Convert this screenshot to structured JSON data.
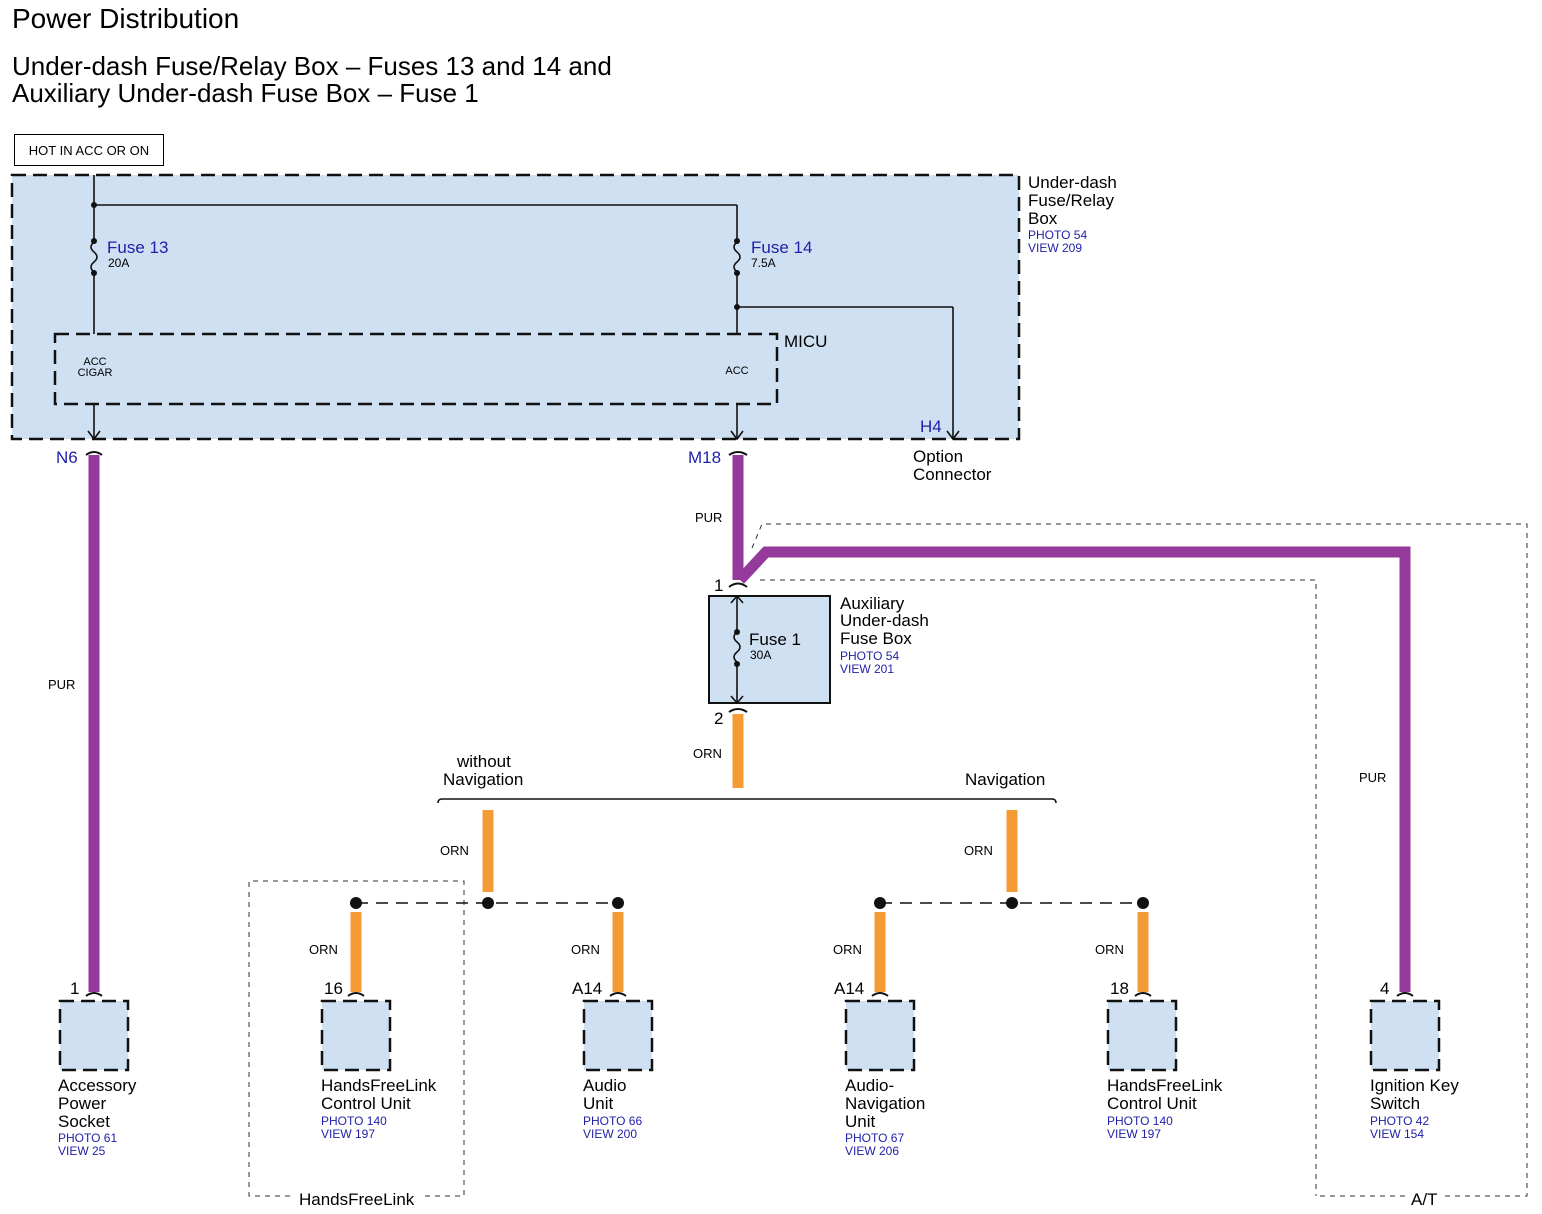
{
  "header": {
    "title": "Power Distribution",
    "subtitle_line1": "Under-dash Fuse/Relay Box – Fuses 13 and 14 and",
    "subtitle_line2": "Auxiliary Under-dash Fuse Box – Fuse 1"
  },
  "hot_label": "HOT IN ACC OR ON",
  "colors": {
    "component_fill": "#cfe0f3",
    "wire_purple": "#933a9c",
    "wire_orange": "#f59b35",
    "ref_blue": "#1f1fa8"
  },
  "underdash_box": {
    "name_lines": [
      "Under-dash",
      "Fuse/Relay",
      "Box"
    ],
    "photo": "PHOTO 54",
    "view": "VIEW 209",
    "fuses": [
      {
        "name": "Fuse 13",
        "rating": "20A"
      },
      {
        "name": "Fuse 14",
        "rating": "7.5A"
      }
    ],
    "micu": {
      "label": "MICU",
      "pin_left": [
        "ACC",
        "CIGAR"
      ],
      "pin_right": "ACC"
    },
    "connectors": {
      "left": "N6",
      "middle": "M18",
      "right": "H4"
    },
    "option_connector": [
      "Option",
      "Connector"
    ]
  },
  "aux_box": {
    "name_lines": [
      "Auxiliary",
      "Under-dash",
      "Fuse Box"
    ],
    "photo": "PHOTO 54",
    "view": "VIEW 201",
    "fuse": {
      "name": "Fuse 1",
      "rating": "30A"
    },
    "pin_in": "1",
    "pin_out": "2"
  },
  "wires": {
    "pur": "PUR",
    "orn": "ORN"
  },
  "branches": {
    "without_nav": [
      "without",
      "Navigation"
    ],
    "nav": "Navigation"
  },
  "groups": {
    "handsfreelink": "HandsFreeLink",
    "at": "A/T"
  },
  "components": [
    {
      "pin": "1",
      "name_lines": [
        "Accessory",
        "Power",
        "Socket"
      ],
      "photo": "PHOTO 61",
      "view": "VIEW 25"
    },
    {
      "pin": "16",
      "name_lines": [
        "HandsFreeLink",
        "Control Unit"
      ],
      "photo": "PHOTO 140",
      "view": "VIEW 197"
    },
    {
      "pin": "A14",
      "name_lines": [
        "Audio",
        "Unit"
      ],
      "photo": "PHOTO 66",
      "view": "VIEW 200"
    },
    {
      "pin": "A14",
      "name_lines": [
        "Audio-",
        "Navigation",
        "Unit"
      ],
      "photo": "PHOTO 67",
      "view": "VIEW 206"
    },
    {
      "pin": "18",
      "name_lines": [
        "HandsFreeLink",
        "Control Unit"
      ],
      "photo": "PHOTO 140",
      "view": "VIEW 197"
    },
    {
      "pin": "4",
      "name_lines": [
        "Ignition Key",
        "Switch"
      ],
      "photo": "PHOTO 42",
      "view": "VIEW 154"
    }
  ]
}
